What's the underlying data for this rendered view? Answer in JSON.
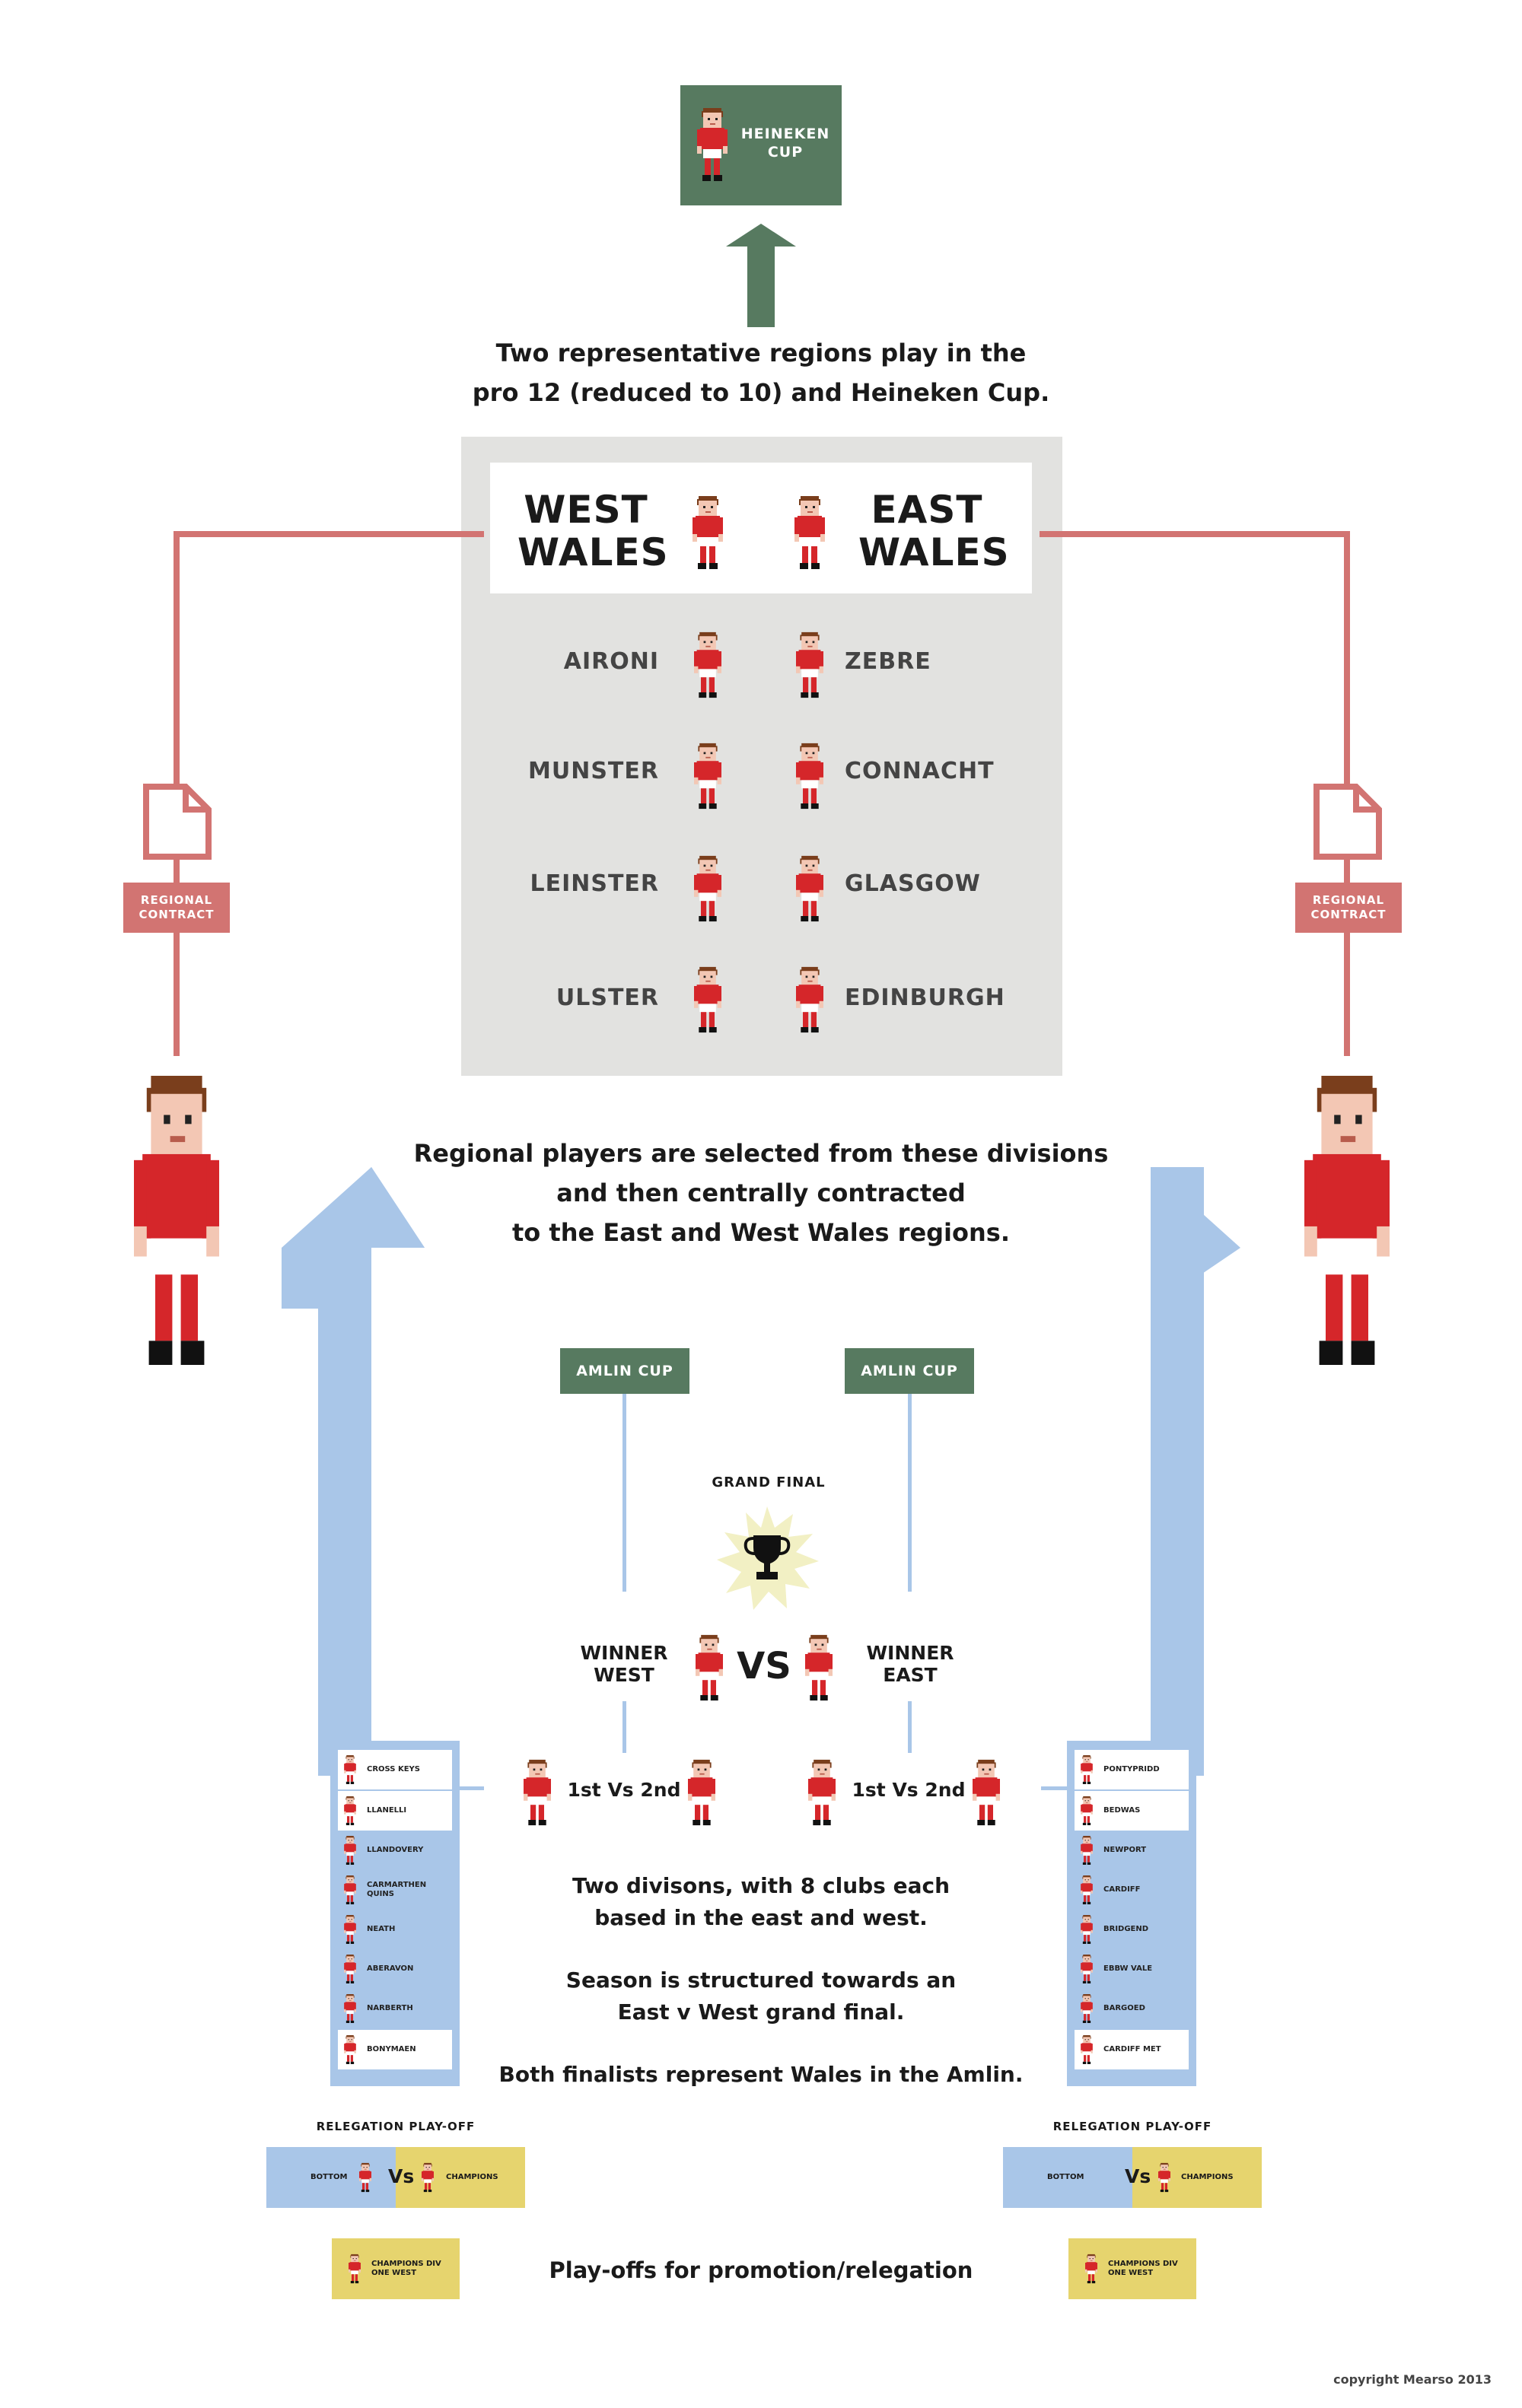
{
  "top": {
    "heineken_label": "HEINEKEN CUP",
    "caption": [
      "Two representative regions play in the",
      "pro 12 (reduced to 10) and Heineken Cup."
    ]
  },
  "regions": {
    "west": "WEST WALES",
    "east": "EAST WALES",
    "west_teams": [
      "AIRONI",
      "MUNSTER",
      "LEINSTER",
      "ULSTER"
    ],
    "east_teams": [
      "ZEBRE",
      "CONNACHT",
      "GLASGOW",
      "EDINBURGH"
    ]
  },
  "regional_contract": "REGIONAL CONTRACT",
  "selection_caption": [
    "Regional players are selected from these divisions",
    "and then centrally contracted",
    "to the East and West Wales regions."
  ],
  "amlin": {
    "left": "AMLIN CUP",
    "right": "AMLIN CUP",
    "grand_final": "GRAND FINAL",
    "winner_west": "WINNER WEST",
    "winner_east": "WINNER EAST",
    "vs": "VS",
    "first_vs_second": "1st Vs 2nd"
  },
  "west_clubs": [
    "CROSS KEYS",
    "LLANELLI",
    "LLANDOVERY",
    "CARMARTHEN QUINS",
    "NEATH",
    "ABERAVON",
    "NARBERTH",
    "BONYMAEN"
  ],
  "east_clubs": [
    "PONTYPRIDD",
    "BEDWAS",
    "NEWPORT",
    "CARDIFF",
    "BRIDGEND",
    "EBBW VALE",
    "BARGOED",
    "CARDIFF MET"
  ],
  "division_caption": [
    "Two divisons, with 8 clubs each",
    "based in the east and west.",
    "",
    "Season is structured towards an",
    "East v West grand final.",
    "",
    "Both finalists represent Wales in the Amlin."
  ],
  "relegation": {
    "title": "RELEGATION PLAY-OFF",
    "bottom": "BOTTOM",
    "vs": "Vs",
    "champions": "CHAMPIONS",
    "div_one_west": "CHAMPIONS DIV ONE WEST"
  },
  "playoff_caption": "Play-offs for promotion/relegation",
  "copyright": "copyright Mearso 2013",
  "colors": {
    "green": "#577a60",
    "red_line": "#d27472",
    "blue": "#a9c6e8",
    "yellow": "#e6d46e",
    "grey_panel": "#e2e2e0",
    "shirt_red": "#d5262a"
  }
}
